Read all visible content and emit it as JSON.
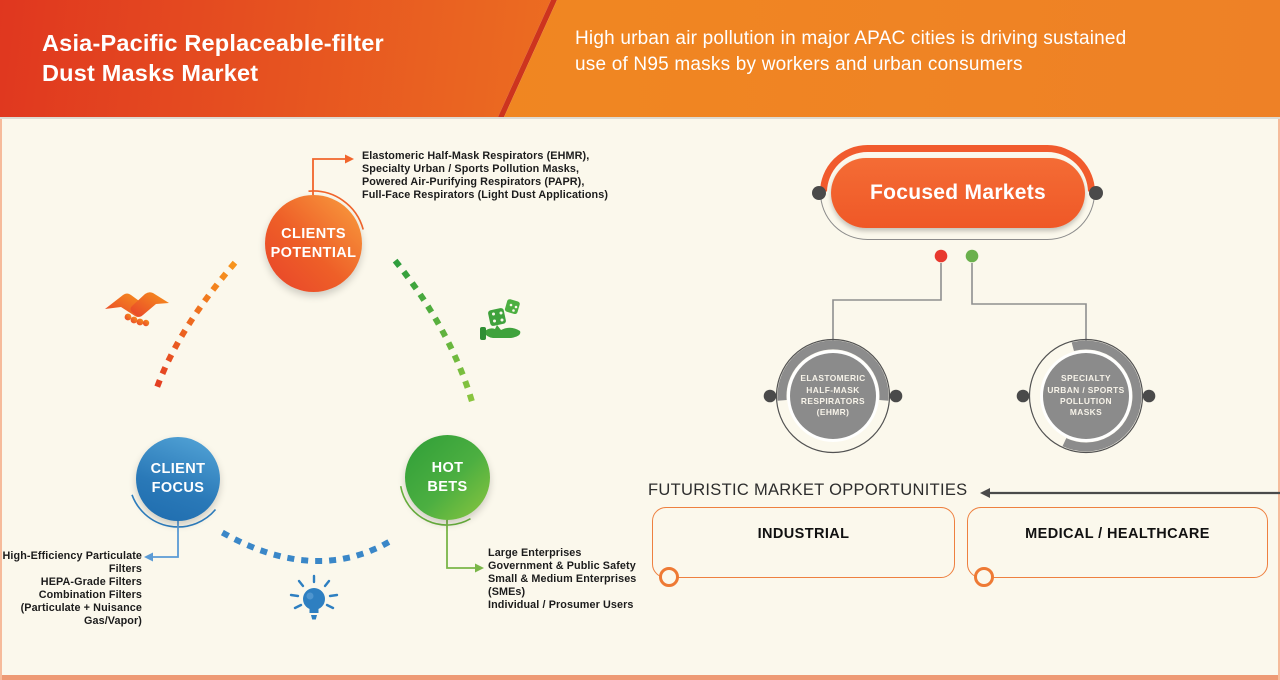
{
  "header": {
    "title_lines": [
      "Asia-Pacific Replaceable-filter",
      "Dust Masks Market"
    ],
    "subtitle_lines": [
      "High urban air pollution in major APAC cities is driving sustained",
      "use of N95 masks by workers and urban consumers"
    ]
  },
  "cycle": {
    "clients_potential": {
      "label_lines": [
        "CLIENTS",
        "POTENTIAL"
      ],
      "items": [
        "Elastomeric Half-Mask Respirators (EHMR),",
        "Specialty Urban / Sports Pollution Masks,",
        "Powered Air-Purifying Respirators (PAPR),",
        "Full-Face Respirators (Light Dust Applications)"
      ]
    },
    "client_focus": {
      "label_lines": [
        "CLIENT",
        "FOCUS"
      ],
      "items": [
        "High-Efficiency Particulate",
        "Filters",
        "HEPA-Grade Filters",
        "Combination Filters",
        "(Particulate + Nuisance",
        "Gas/Vapor)"
      ]
    },
    "hot_bets": {
      "label_lines": [
        "HOT",
        "BETS"
      ],
      "items": [
        "Large Enterprises",
        "Government & Public Safety",
        "Small & Medium Enterprises",
        "(SMEs)",
        "Individual / Prosumer Users"
      ]
    }
  },
  "focused_markets": {
    "title": "Focused Markets",
    "nodes": [
      {
        "lines": [
          "ELASTOMERIC",
          "HALF-MASK",
          "RESPIRATORS",
          "(EHMR)"
        ]
      },
      {
        "lines": [
          "SPECIALTY",
          "URBAN / SPORTS",
          "POLLUTION MASKS"
        ]
      }
    ]
  },
  "opportunities": {
    "heading": "FUTURISTIC MARKET OPPORTUNITIES",
    "boxes": [
      {
        "label": "INDUSTRIAL"
      },
      {
        "label": "MEDICAL / HEALTHCARE"
      }
    ]
  },
  "icons": {
    "handshake": "handshake-icon",
    "dice_hand": "dice-in-hand-icon",
    "lightbulb": "lightbulb-icon"
  },
  "colors": {
    "header_red": "#e0371f",
    "header_orange": "#f6941d",
    "accent_orange": "#f15b2d",
    "blue": "#2e7fc1",
    "green": "#4caf41",
    "node_gray": "#8b8b8b",
    "red_dot": "#e8392e",
    "green_dot": "#6ab04c",
    "background": "#fbf8ec"
  }
}
